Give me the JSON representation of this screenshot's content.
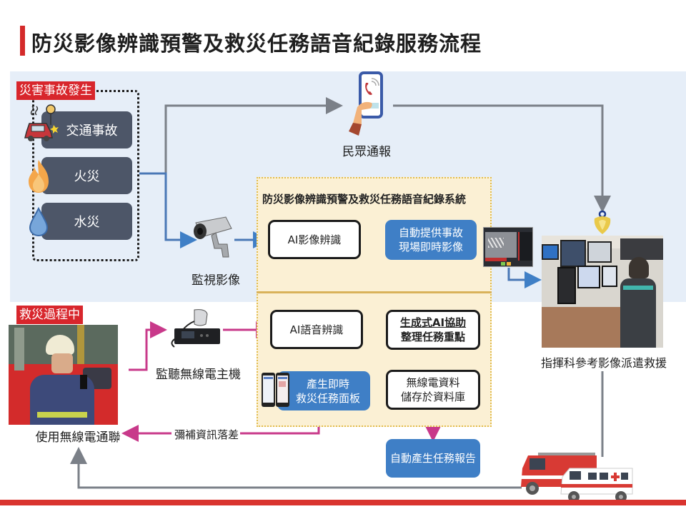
{
  "header": {
    "title": "防災影像辨識預警及救災任務語音紀錄服務流程"
  },
  "disaster_section": {
    "tag": "災害事故發生",
    "items": [
      {
        "label": "交通事故",
        "icon": "car-crash-icon"
      },
      {
        "label": "火災",
        "icon": "fire-icon"
      },
      {
        "label": "水災",
        "icon": "water-drop-icon"
      }
    ]
  },
  "public_report": {
    "label": "民眾通報",
    "icon": "phone-call-icon"
  },
  "cctv": {
    "label": "監視影像",
    "icon": "cctv-camera-icon"
  },
  "system": {
    "title": "防災影像辨識預警及救災任務語音紀錄系統",
    "ai_image": "AI影像辨識",
    "auto_image_line1": "自動提供事故",
    "auto_image_line2": "現場即時影像",
    "ai_voice": "AI語音辨識",
    "gen_ai_line1": "生成式AI協助",
    "gen_ai_line2": "整理任務重點",
    "panel_line1": "產生即時",
    "panel_line2": "救災任務面板",
    "storage_line1": "無線電資料",
    "storage_line2": "儲存於資料庫"
  },
  "auto_report": "自動產生任務報告",
  "command": {
    "label": "指揮科參考影像派遣救援",
    "icon": "fire-agency-emblem-icon"
  },
  "rescue_section": {
    "tag": "救災過程中",
    "radio_label": "使用無線電通聯",
    "monitor_label": "監聽無線電主機",
    "gap_label": "彌補資訊落差"
  },
  "colors": {
    "accent_red": "#d8262c",
    "flow_blue": "#3f7fc6",
    "flow_pink": "#c8398a",
    "flow_gray": "#7b8088",
    "panel_yellow": "#fbf0d4",
    "band_blue": "#e6eef8"
  }
}
